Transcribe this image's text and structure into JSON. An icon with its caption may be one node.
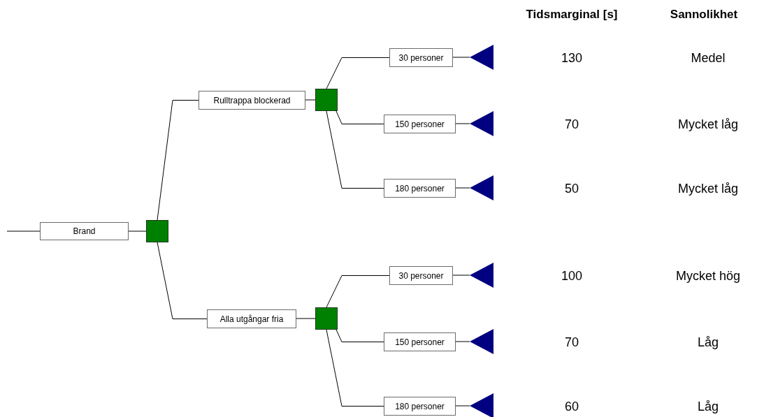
{
  "diagram": {
    "nodes": [
      {
        "text": [
          "Brand"
        ]
      },
      {
        "text": [],
        "shape": "box"
      },
      {
        "text": [
          "Rulltrappa blockerad"
        ]
      },
      {
        "text": [],
        "shape": "box"
      },
      {
        "text": [
          "30 personer"
        ]
      },
      {
        "text": [],
        "shape": "triangle"
      },
      {
        "text": [
          "150 personer"
        ]
      },
      {
        "text": [],
        "shape": "triangle"
      },
      {
        "text": [
          "180 personer"
        ]
      },
      {
        "text": [],
        "shape": "triangle"
      },
      {
        "text": [
          "Alla utgångar fria"
        ]
      },
      {
        "text": [],
        "shape": "box"
      },
      {
        "text": [
          "30 personer"
        ]
      },
      {
        "text": [],
        "shape": "triangle"
      },
      {
        "text": [
          "150 personer"
        ]
      },
      {
        "text": [],
        "shape": "triangle"
      },
      {
        "text": [
          "180 personer"
        ]
      },
      {
        "text": [],
        "shape": "triangle"
      }
    ],
    "edges": [
      {
        "from": null,
        "to": 0,
        "arrow": "none"
      },
      {
        "from": 0,
        "to": 1,
        "arrow": "none"
      },
      {
        "from": 1,
        "to": 2,
        "arrow": "none"
      },
      {
        "from": 2,
        "to": 3,
        "arrow": "none"
      },
      {
        "from": 3,
        "to": 4,
        "arrow": "none"
      },
      {
        "from": 4,
        "to": 5,
        "arrow": "none"
      },
      {
        "from": 3,
        "to": 6,
        "arrow": "none"
      },
      {
        "from": 6,
        "to": 7,
        "arrow": "none"
      },
      {
        "from": 3,
        "to": 8,
        "arrow": "none"
      },
      {
        "from": 8,
        "to": 9,
        "arrow": "none"
      },
      {
        "from": 1,
        "to": 10,
        "arrow": "none"
      },
      {
        "from": 10,
        "to": 11,
        "arrow": "none"
      },
      {
        "from": 11,
        "to": 12,
        "arrow": "none"
      },
      {
        "from": 12,
        "to": 13,
        "arrow": "none"
      },
      {
        "from": 11,
        "to": 14,
        "arrow": "none"
      },
      {
        "from": 14,
        "to": 15,
        "arrow": "none"
      },
      {
        "from": 11,
        "to": 16,
        "arrow": "none"
      },
      {
        "from": 16,
        "to": 17,
        "arrow": "none"
      }
    ],
    "labels": [
      "Tidsmarginal [s]",
      "Sannolikhet",
      "130",
      "Medel",
      "70",
      "Mycket låg",
      "50",
      "Mycket låg",
      "100",
      "Mycket hög",
      "70",
      "Låg",
      "60",
      "Låg"
    ]
  }
}
